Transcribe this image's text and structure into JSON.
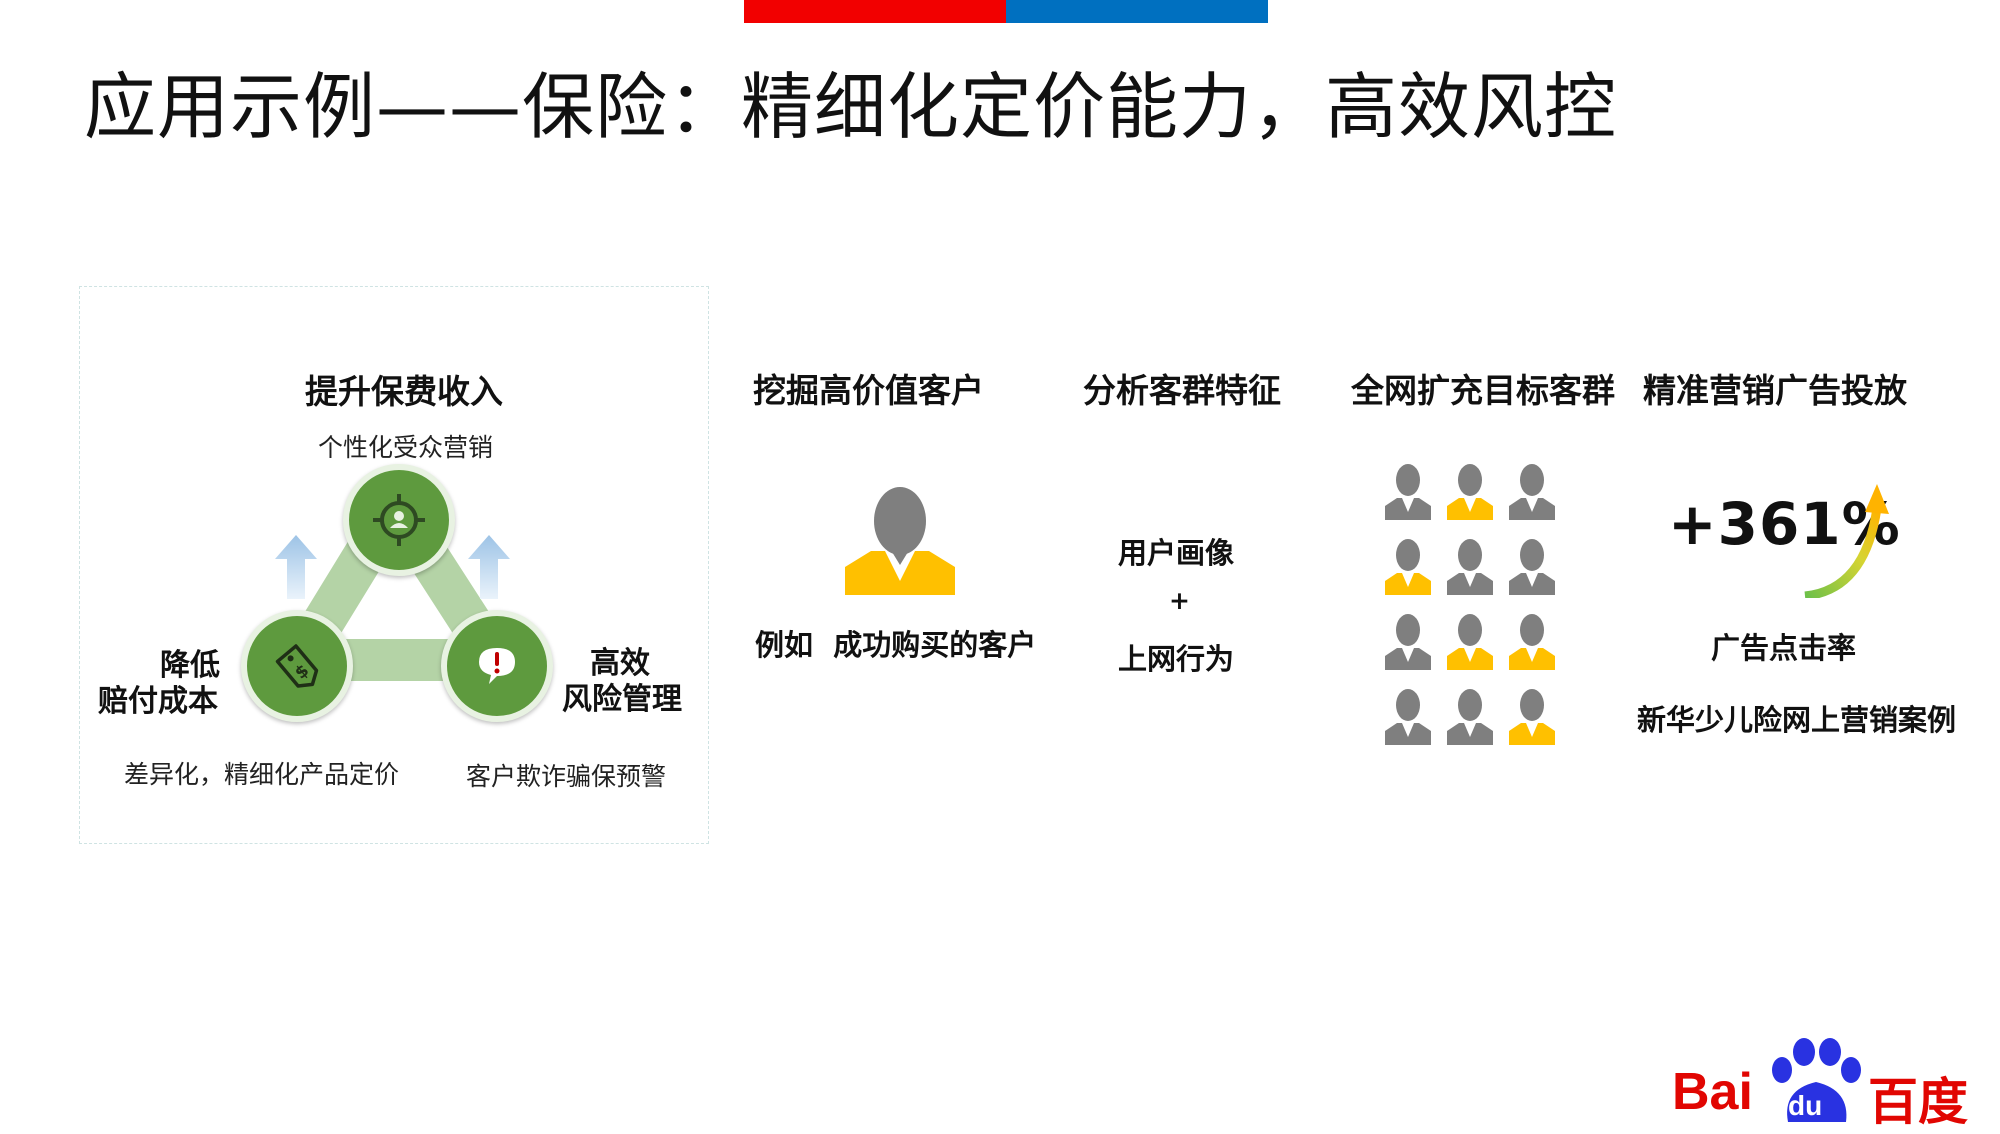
{
  "header": {
    "title": "应用示例——保险：精细化定价能力，高效风控"
  },
  "colors": {
    "red_bar": "#f20000",
    "blue_bar": "#0070c0",
    "green": "#5e9a3e",
    "yellow": "#ffc000",
    "gray": "#7f7f7f"
  },
  "diagram": {
    "top_title": "提升保费收入",
    "top_sub": "个性化受众营销",
    "left_title_line1": "降低",
    "left_title_line2": "赔付成本",
    "left_sub": "差异化，精细化产品定价",
    "right_title_line1": "高效",
    "right_title_line2": "风险管理",
    "right_sub": "客户欺诈骗保预警",
    "icons": {
      "top": "target-person-icon",
      "left": "price-tag-dollar-icon",
      "right": "alert-speech-icon",
      "arrows": "up-arrow-icon"
    }
  },
  "steps": [
    {
      "heading": "挖掘高价值客户",
      "caption": "例如  成功购买的客户"
    },
    {
      "heading": "分析客群特征",
      "line1": "用户画像",
      "plus": "+",
      "line2": "上网行为"
    },
    {
      "heading": "全网扩充目标客群"
    },
    {
      "heading": "精准营销广告投放",
      "metric": "+361%",
      "metric_label": "广告点击率",
      "case": "新华少儿险网上营销案例"
    }
  ],
  "crowd": {
    "rows": [
      [
        "gray",
        "yellow",
        "gray"
      ],
      [
        "yellow",
        "gray",
        "gray"
      ],
      [
        "gray",
        "yellow",
        "yellow"
      ],
      [
        "gray",
        "gray",
        "yellow"
      ]
    ]
  },
  "logo": {
    "text_left": "Bai",
    "text_paw": "du",
    "text_right": "百度"
  }
}
